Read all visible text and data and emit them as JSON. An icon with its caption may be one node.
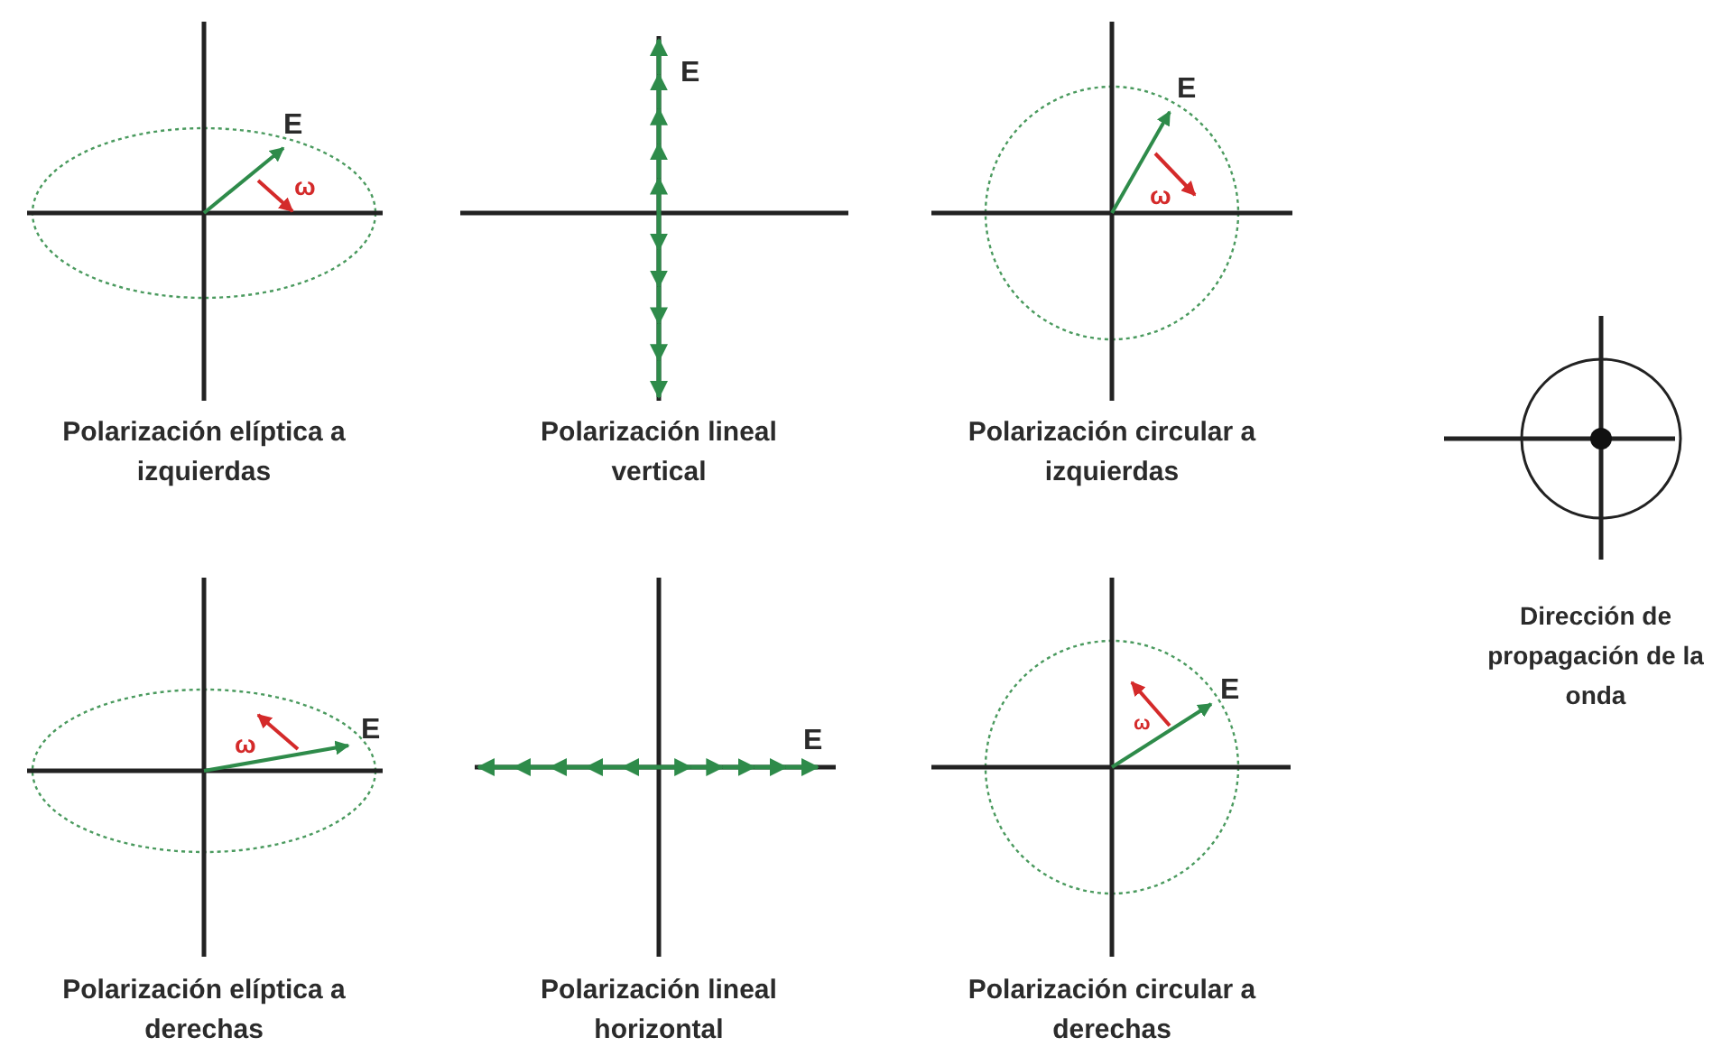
{
  "diagram": {
    "labels": [
      "E",
      "ω",
      "Polarización elíptica a izquierdas",
      "E",
      "Polarización lineal vertical",
      "E",
      "ω",
      "Polarización circular a izquierdas",
      "Dirección de propagación de la onda",
      "E",
      "ω",
      "Polarización elíptica a derechas",
      "E",
      "Polarización lineal horizontal",
      "E",
      "ω",
      "Polarización circular a derechas"
    ]
  }
}
